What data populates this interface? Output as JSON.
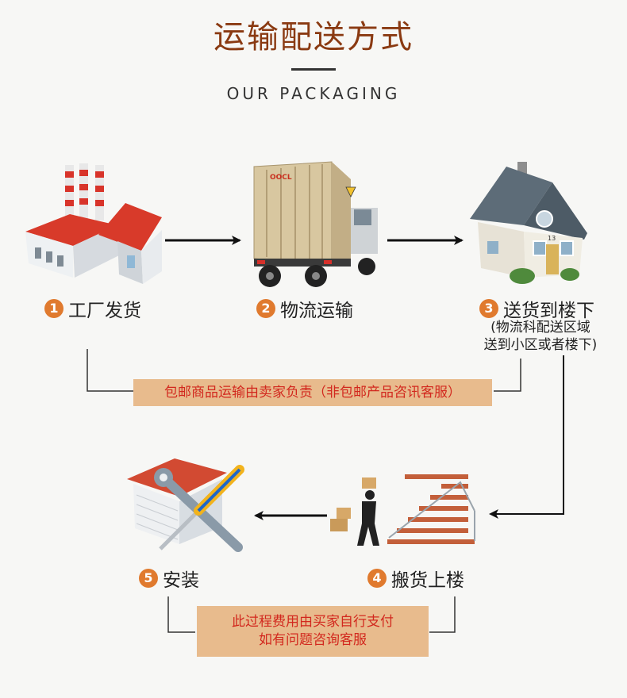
{
  "header": {
    "title": "运输配送方式",
    "subtitle": "OUR PACKAGING"
  },
  "steps": [
    {
      "num": "1",
      "label": "工厂发货",
      "icon": "factory-icon"
    },
    {
      "num": "2",
      "label": "物流运输",
      "icon": "truck-icon"
    },
    {
      "num": "3",
      "label": "送货到楼下",
      "icon": "house-icon",
      "note_lines": [
        "(物流科配送区域",
        "送到小区或者楼下)"
      ]
    },
    {
      "num": "4",
      "label": "搬货上楼",
      "icon": "carry-stairs-icon"
    },
    {
      "num": "5",
      "label": "安装",
      "icon": "install-tools-icon"
    }
  ],
  "banners": {
    "top": "包邮商品运输由卖家负责（非包邮产品咨讯客服）",
    "bottom": [
      "此过程费用由买家自行支付",
      "如有问题咨询客服"
    ]
  },
  "truck_text": {
    "container_logo": "OOCL"
  },
  "house_text": {
    "door_number": "13"
  },
  "colors": {
    "title": "#8a3a12",
    "number_badge": "#e07a2e",
    "banner_bg": "#e8bb8d",
    "banner_text": "#d2281e"
  }
}
